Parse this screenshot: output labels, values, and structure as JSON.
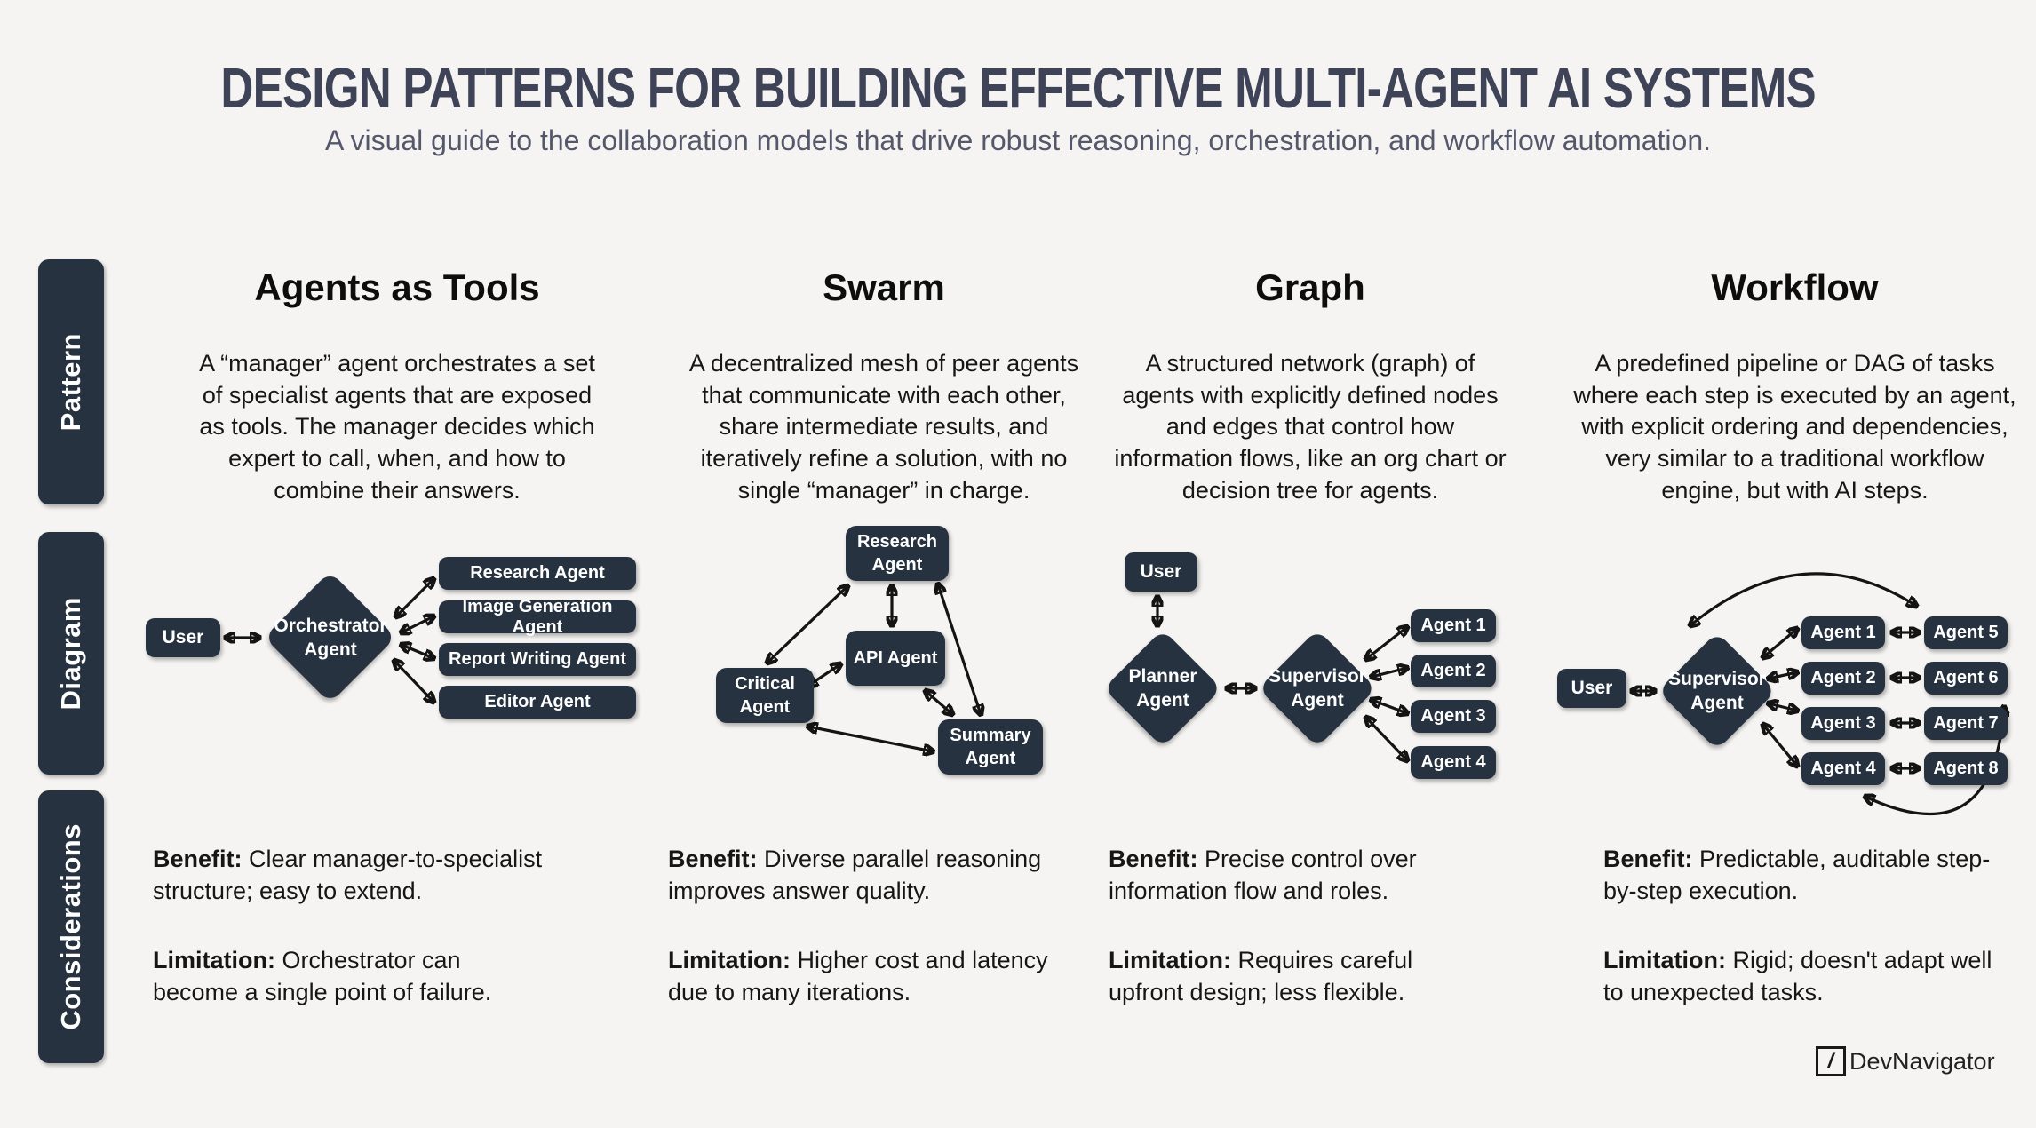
{
  "title": "DESIGN PATTERNS FOR BUILDING EFFECTIVE MULTI-AGENT AI SYSTEMS",
  "subtitle": "A visual guide to the collaboration models that drive robust reasoning, orchestration, and workflow automation.",
  "colors": {
    "node_fill": "#26323f",
    "background": "#f5f4f2",
    "title": "#3f4357",
    "subtitle_gray": "#54586a",
    "arrow": "#141414"
  },
  "sidebar": {
    "rows": [
      {
        "label": "Pattern"
      },
      {
        "label": "Diagram"
      },
      {
        "label": "Considerations"
      }
    ]
  },
  "labels": {
    "benefit": "Benefit:",
    "limitation": "Limitation:"
  },
  "columns": [
    {
      "name": "Agents as Tools",
      "description": "A “manager” agent orchestrates a set of specialist agents that are exposed as tools. The manager decides which expert to call, when, and how to combine their answers.",
      "benefit": "Clear manager-to-specialist structure; easy to extend.",
      "limitation": "Orchestrator can become a single point of failure.",
      "diagram": {
        "user": "User",
        "hub": "Orchestrator Agent",
        "tools": [
          "Research Agent",
          "Image Generation Agent",
          "Report Writing Agent",
          "Editor Agent"
        ]
      }
    },
    {
      "name": "Swarm",
      "description": "A decentralized mesh of peer agents that communicate with each other, share intermediate results, and iteratively refine a solution, with no single “manager” in charge.",
      "benefit": "Diverse parallel reasoning improves answer quality.",
      "limitation": "Higher cost and latency due to many iterations.",
      "diagram": {
        "peers": [
          "Research Agent",
          "API Agent",
          "Critical Agent",
          "Summary Agent"
        ]
      }
    },
    {
      "name": "Graph",
      "description": "A structured network (graph) of agents with explicitly defined nodes and edges that control how information flows, like an org chart or decision tree for agents.",
      "benefit": "Precise control over information flow and roles.",
      "limitation": "Requires careful upfront design; less flexible.",
      "diagram": {
        "user": "User",
        "planner": "Planner Agent",
        "supervisor": "Supervisor Agent",
        "agents": [
          "Agent 1",
          "Agent 2",
          "Agent 3",
          "Agent 4"
        ]
      }
    },
    {
      "name": "Workflow",
      "description": "A predefined pipeline or DAG of tasks where each step is executed by an agent, with explicit ordering and dependencies, very similar to a traditional workflow engine, but with AI steps.",
      "benefit": "Predictable, auditable step-by-step execution.",
      "limitation": "Rigid; doesn't adapt well to unexpected tasks.",
      "diagram": {
        "user": "User",
        "supervisor": "Supervisor Agent",
        "stage1": [
          "Agent 1",
          "Agent 2",
          "Agent 3",
          "Agent 4"
        ],
        "stage2": [
          "Agent 5",
          "Agent 6",
          "Agent 7",
          "Agent 8"
        ]
      }
    }
  ],
  "footer": {
    "logo_glyph": "/",
    "brand": "DevNavigator"
  }
}
